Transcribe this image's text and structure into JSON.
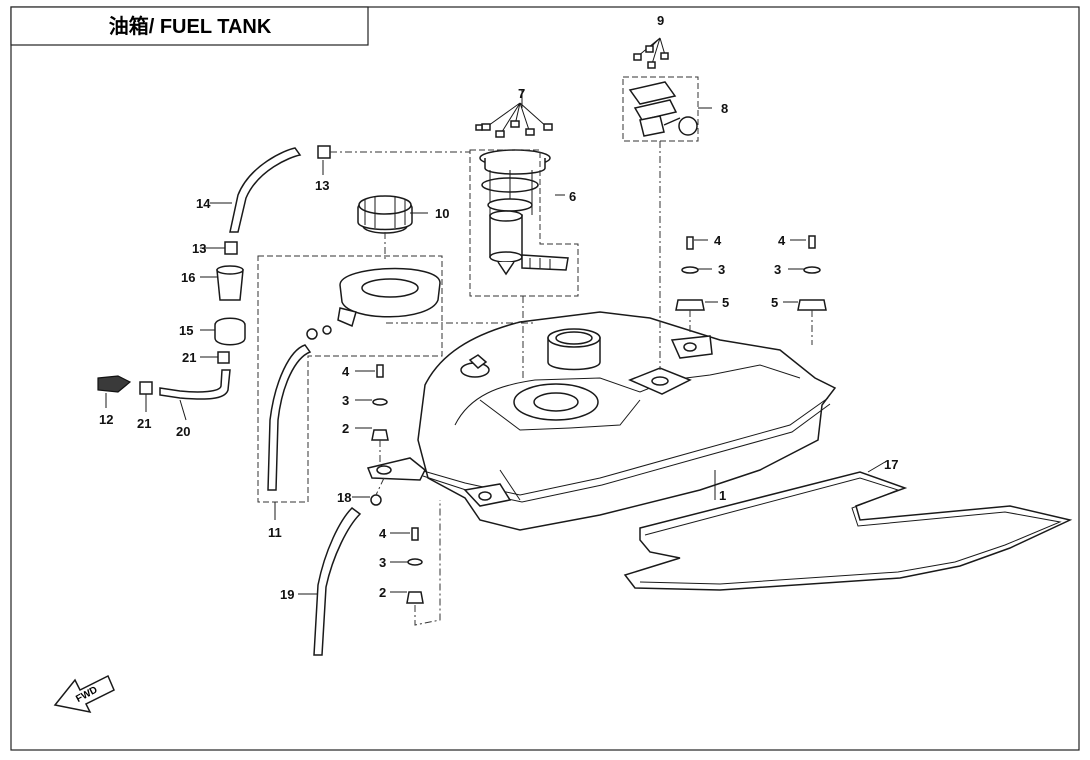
{
  "title": "油箱/ FUEL TANK",
  "fwd_label": "FWD",
  "callouts": [
    {
      "id": "c1",
      "label": "1"
    },
    {
      "id": "c2a",
      "label": "2"
    },
    {
      "id": "c2b",
      "label": "2"
    },
    {
      "id": "c3a",
      "label": "3"
    },
    {
      "id": "c3b",
      "label": "3"
    },
    {
      "id": "c3c",
      "label": "3"
    },
    {
      "id": "c3d",
      "label": "3"
    },
    {
      "id": "c4a",
      "label": "4"
    },
    {
      "id": "c4b",
      "label": "4"
    },
    {
      "id": "c4c",
      "label": "4"
    },
    {
      "id": "c4d",
      "label": "4"
    },
    {
      "id": "c5a",
      "label": "5"
    },
    {
      "id": "c5b",
      "label": "5"
    },
    {
      "id": "c6",
      "label": "6"
    },
    {
      "id": "c7",
      "label": "7"
    },
    {
      "id": "c8",
      "label": "8"
    },
    {
      "id": "c9",
      "label": "9"
    },
    {
      "id": "c10",
      "label": "10"
    },
    {
      "id": "c11",
      "label": "11"
    },
    {
      "id": "c12",
      "label": "12"
    },
    {
      "id": "c13a",
      "label": "13"
    },
    {
      "id": "c13b",
      "label": "13"
    },
    {
      "id": "c14",
      "label": "14"
    },
    {
      "id": "c15",
      "label": "15"
    },
    {
      "id": "c16",
      "label": "16"
    },
    {
      "id": "c17",
      "label": "17"
    },
    {
      "id": "c18",
      "label": "18"
    },
    {
      "id": "c19",
      "label": "19"
    },
    {
      "id": "c20",
      "label": "20"
    },
    {
      "id": "c21a",
      "label": "21"
    },
    {
      "id": "c21b",
      "label": "21"
    }
  ]
}
